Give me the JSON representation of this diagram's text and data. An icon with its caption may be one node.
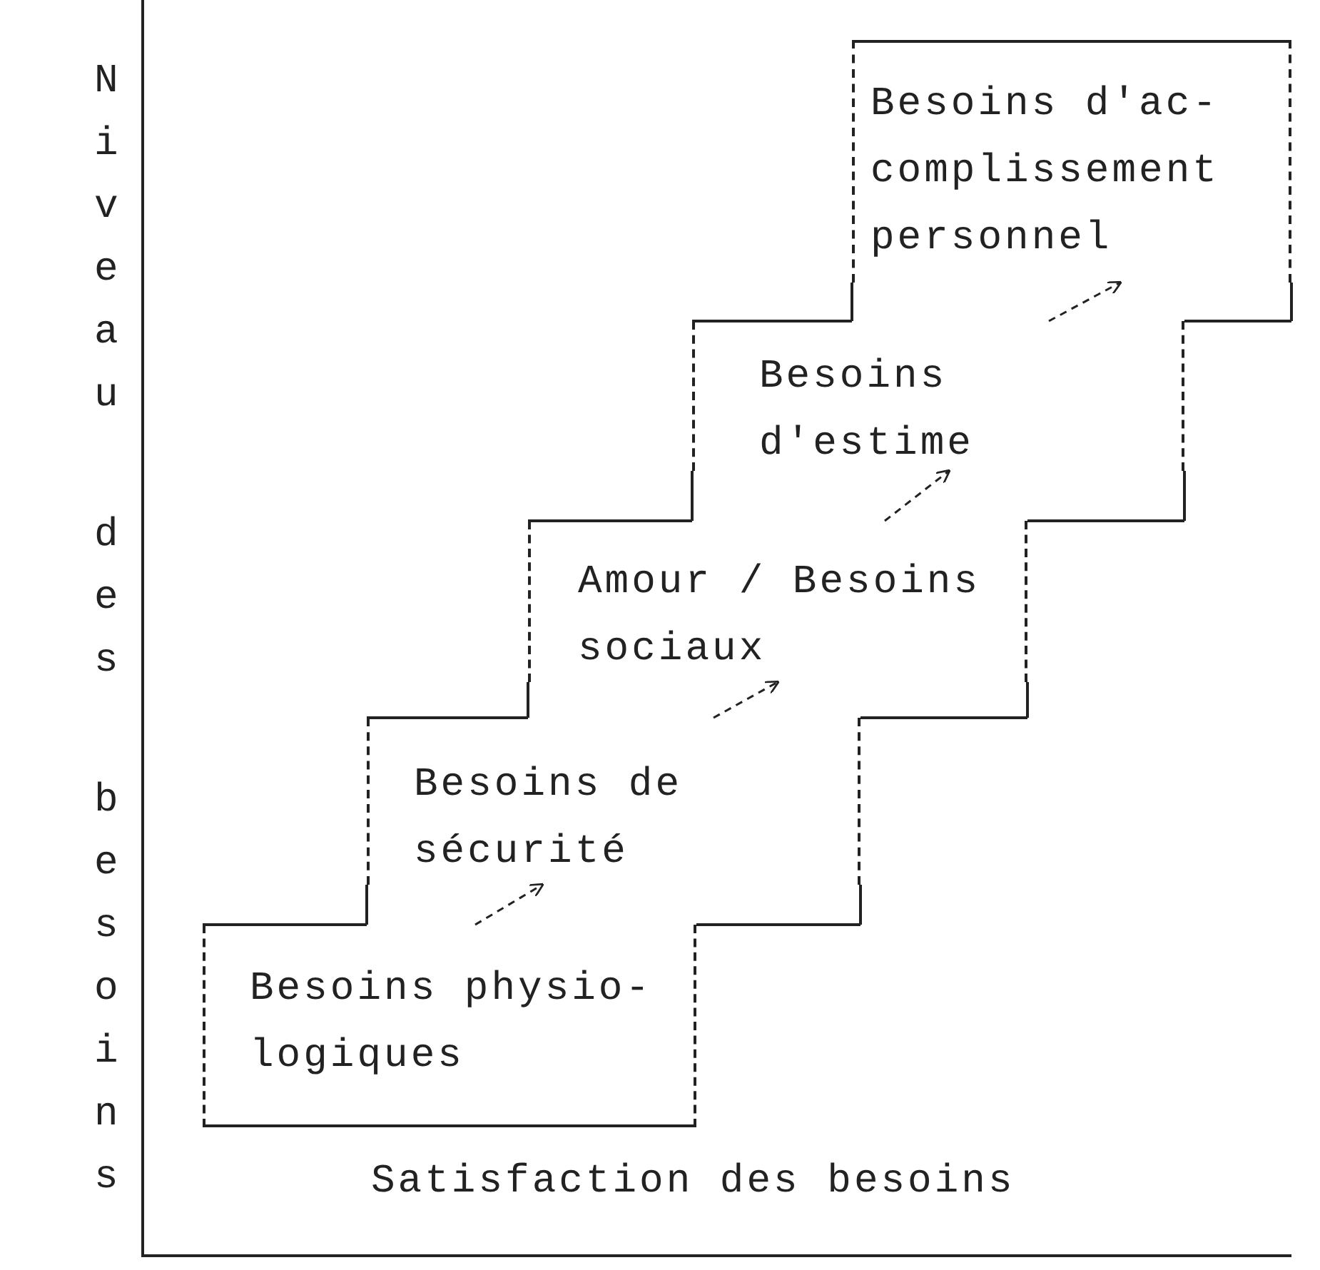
{
  "diagram": {
    "nodes": [
      {
        "text": [
          "Besoins physio- logiques"
        ]
      },
      {
        "text": [
          "Besoins de sécurité"
        ]
      },
      {
        "text": [
          "Amour / Besoins sociaux"
        ]
      },
      {
        "text": [
          "Besoins d'estime"
        ]
      },
      {
        "text": [
          "Besoins d'ac- complissement personnel"
        ]
      }
    ],
    "edges": [
      {
        "from": 0,
        "to": 1,
        "arrow": "to",
        "style": "dashed"
      },
      {
        "from": 1,
        "to": 2,
        "arrow": "to",
        "style": "dashed"
      },
      {
        "from": 2,
        "to": 3,
        "arrow": "to",
        "style": "dashed"
      },
      {
        "from": 3,
        "to": 4,
        "arrow": "to",
        "style": "dashed"
      }
    ],
    "labels": [
      "Niveau des besoins",
      "Satisfaction des besoins"
    ]
  }
}
